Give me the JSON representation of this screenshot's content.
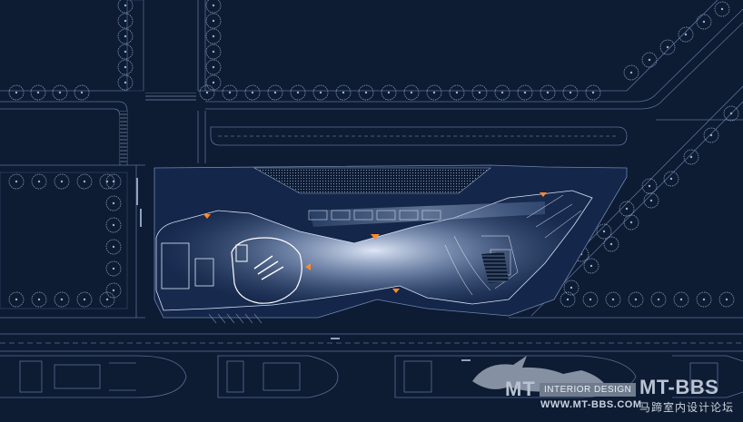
{
  "palette": {
    "background": "#0d1b33",
    "line": "#8fa3c2",
    "line_faint": "#3a4f72",
    "glow": "#dce8ff",
    "accent": "#ff8a2a"
  },
  "plan": {
    "trees": "tree-symbol",
    "ships": "ship-outline",
    "markers": "arrow-marker"
  },
  "watermark": {
    "logo_left": "MT",
    "logo_box": "INTERIOR DESIGN",
    "logo_right": "MT-BBS",
    "url": "WWW.MT-BBS.COM",
    "chinese": "马蹄室内设计论坛"
  }
}
